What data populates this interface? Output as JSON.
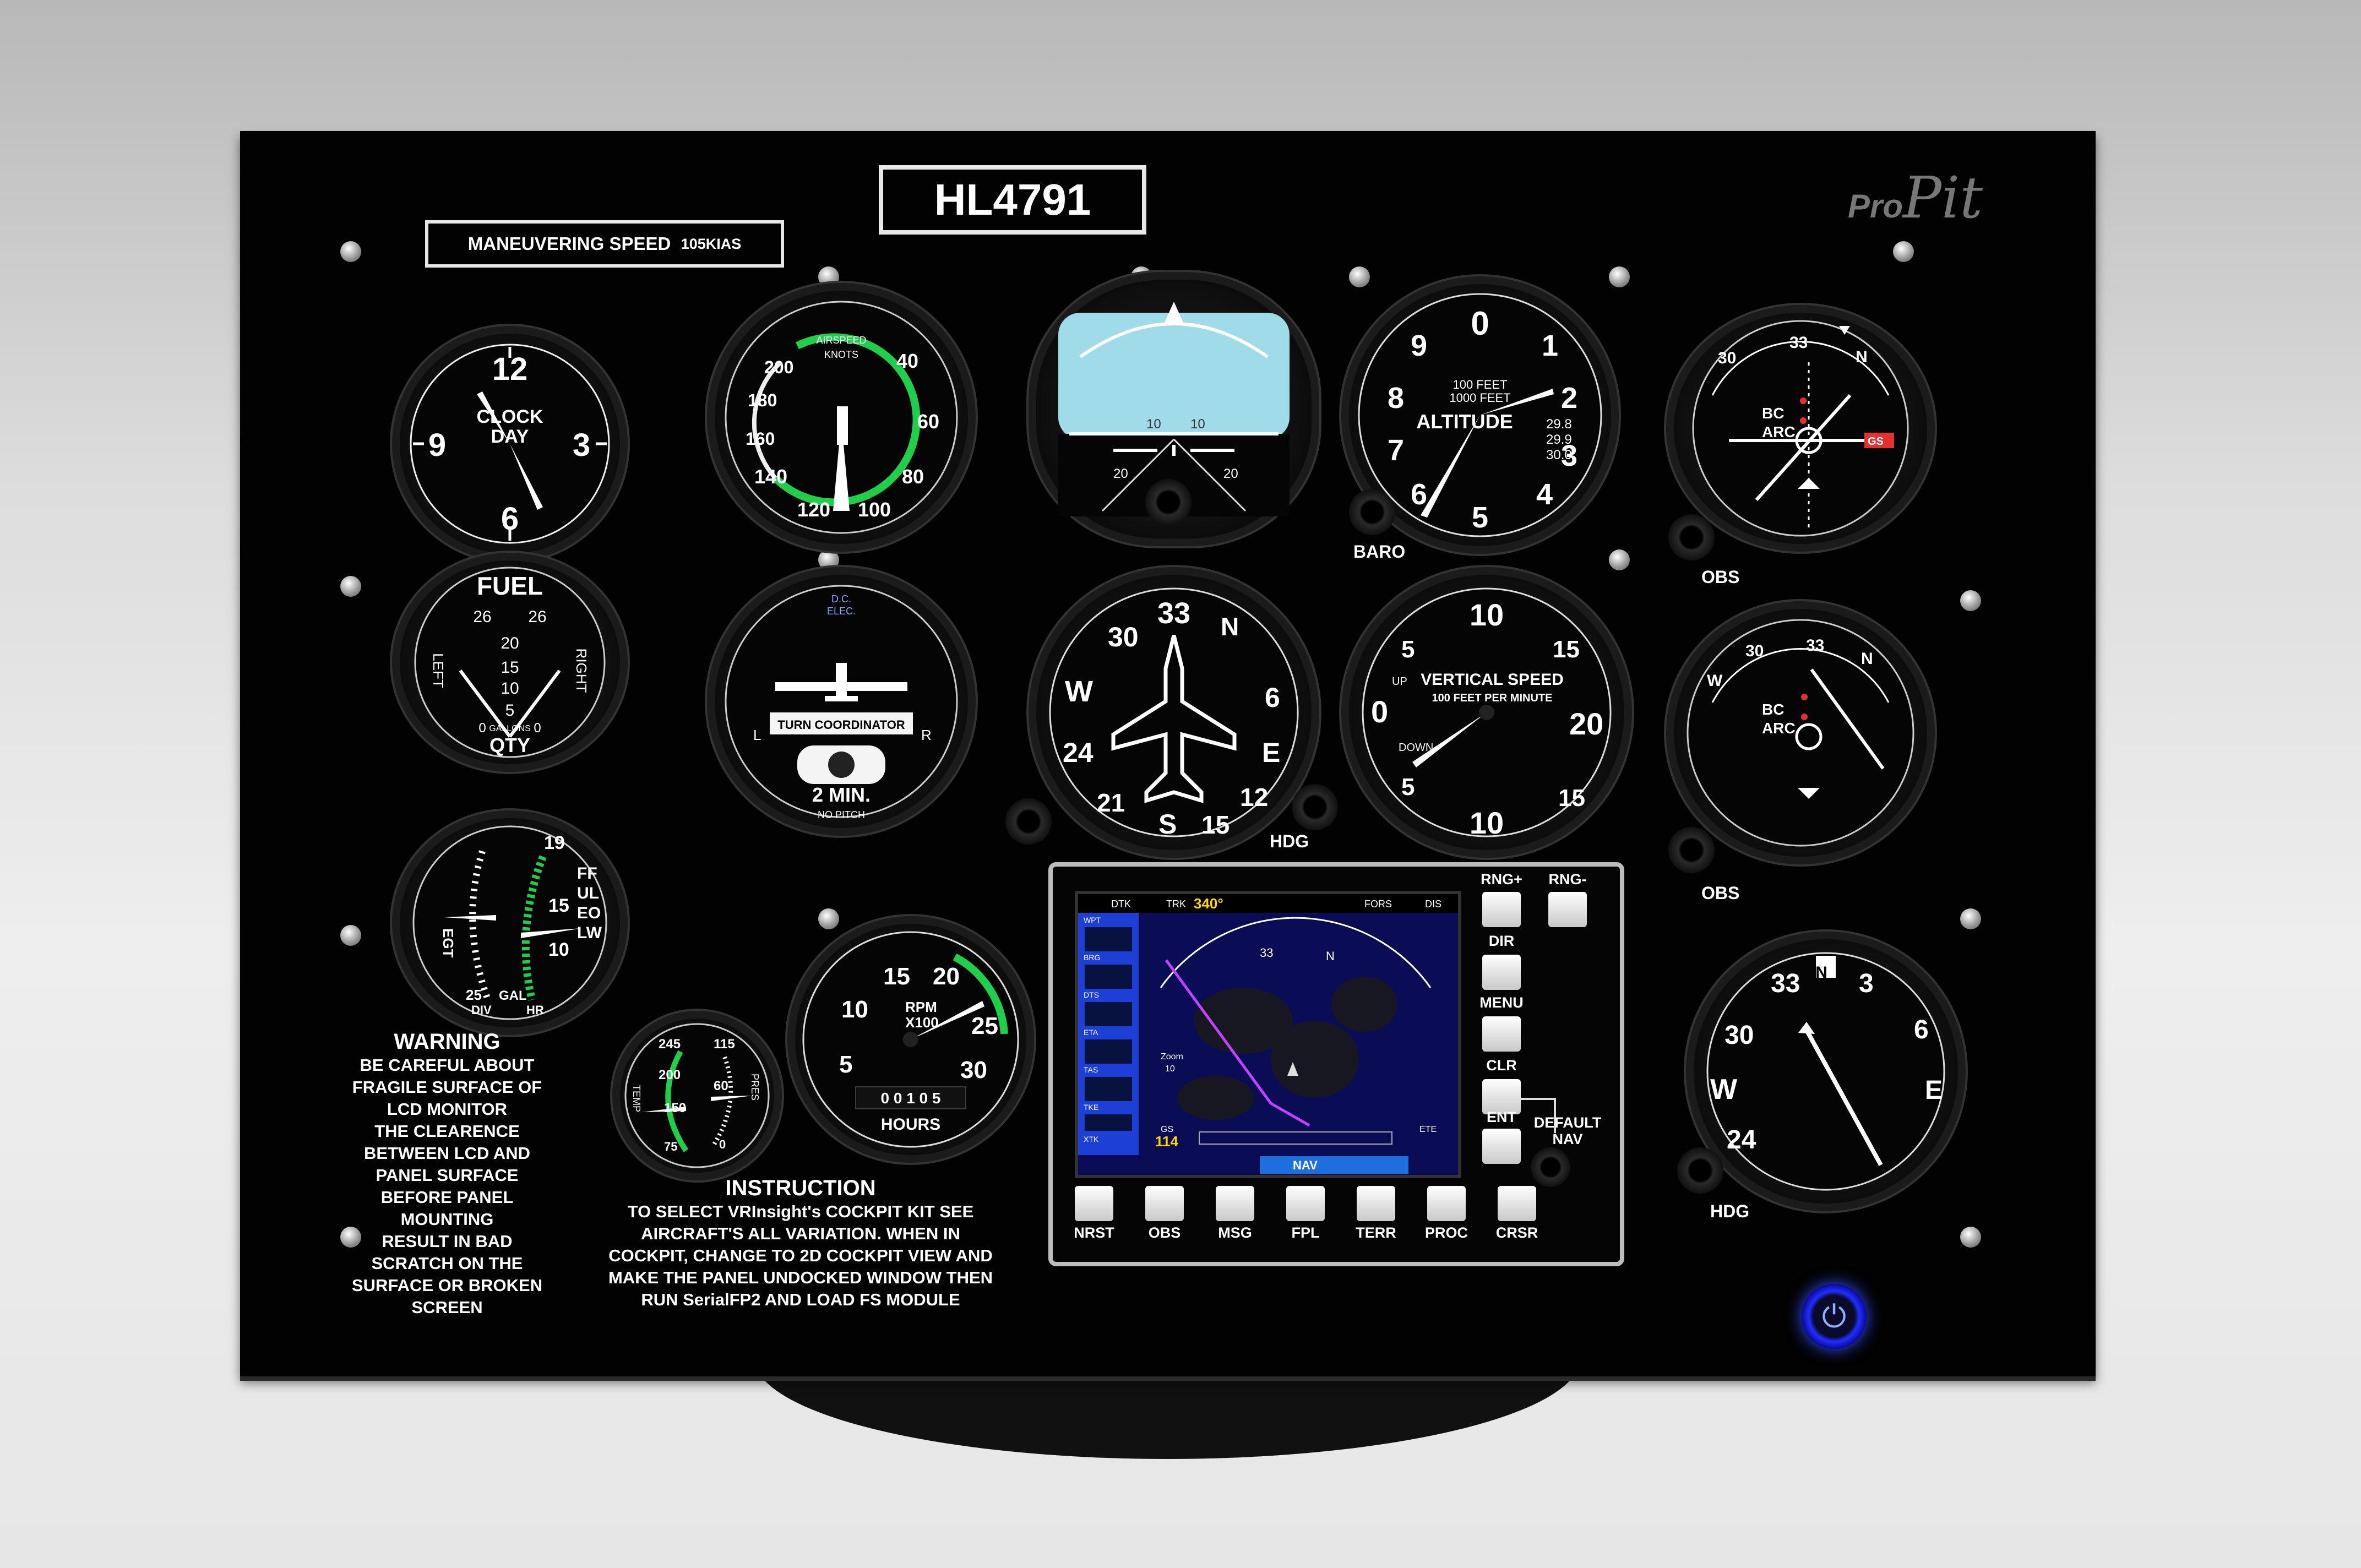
{
  "panel": {
    "model": "HL4791",
    "brand_pro": "Pro",
    "brand_pit": "Pit",
    "maneuvering_label": "MANEUVERING SPEED",
    "maneuvering_value": "105KIAS"
  },
  "gauges": {
    "clock": {
      "label1": "CLOCK",
      "label2": "DAY",
      "numbers": [
        "12",
        "3",
        "6",
        "9"
      ]
    },
    "airspeed": {
      "label1": "AIRSPEED",
      "label2": "KNOTS",
      "numbers": [
        "40",
        "60",
        "80",
        "100",
        "120",
        "140",
        "160",
        "180",
        "200"
      ]
    },
    "attitude": {
      "ticks": [
        "10",
        "10",
        "20",
        "20"
      ]
    },
    "altimeter": {
      "label": "ALTITUDE",
      "sub1": "100 FEET",
      "sub2": "1000 FEET",
      "numbers": [
        "0",
        "1",
        "2",
        "3",
        "4",
        "5",
        "6",
        "7",
        "8",
        "9"
      ],
      "baro": [
        "29.8",
        "29.9",
        "30.0"
      ]
    },
    "nav1": {
      "labels": [
        "BC",
        "ARC"
      ],
      "numbers": [
        "30",
        "33",
        "N"
      ],
      "flag": "GS"
    },
    "fuel": {
      "title": "FUEL",
      "left": "LEFT",
      "right": "RIGHT",
      "qty": "QTY",
      "gallons": "GALLONS",
      "numbers": [
        "26",
        "26",
        "20",
        "15",
        "10",
        "5",
        "0",
        "0"
      ]
    },
    "turn": {
      "top1": "D.C.",
      "top2": "ELEC.",
      "label": "TURN COORDINATOR",
      "time": "2 MIN.",
      "sub": "NO PITCH",
      "l": "L",
      "r": "R"
    },
    "heading": {
      "numbers": [
        "33",
        "30",
        "W",
        "24",
        "21",
        "S",
        "15",
        "12",
        "E",
        "6",
        "N"
      ]
    },
    "vsi": {
      "label1": "VERTICAL SPEED",
      "label2": "100 FEET PER MINUTE",
      "up": "UP",
      "down": "DOWN",
      "numbers": [
        "0",
        "5",
        "10",
        "15",
        "20",
        "15",
        "10",
        "5"
      ]
    },
    "nav2": {
      "labels": [
        "BC",
        "ARC"
      ],
      "numbers": [
        "W",
        "30",
        "33",
        "N"
      ]
    },
    "egt": {
      "l1": "EGT",
      "r1": "FF",
      "r2": "UL",
      "r3": "EO",
      "r4": "LW",
      "gal": "GAL",
      "hr": "HR",
      "div": "DIV",
      "numbers": [
        "19",
        "15",
        "10",
        "25"
      ]
    },
    "oil": {
      "temp": "TEMP",
      "pres": "PRES",
      "numbers": [
        "245",
        "115",
        "200",
        "60",
        "150",
        "75",
        "0"
      ]
    },
    "tach": {
      "rpm": "RPM",
      "x100": "X100",
      "hours": "HOURS",
      "counter": "0 0 1 0 5",
      "numbers": [
        "5",
        "10",
        "15",
        "20",
        "25",
        "30"
      ]
    },
    "rmi": {
      "numbers": [
        "3",
        "6",
        "33",
        "30",
        "W",
        "24",
        "E",
        "N"
      ]
    }
  },
  "labels": {
    "baro": "BARO",
    "obs1": "OBS",
    "obs2": "OBS",
    "hdg1": "HDG",
    "hdg2": "HDG"
  },
  "warning": {
    "title": "WARNING",
    "lines": [
      "BE CAREFUL ABOUT",
      "FRAGILE SURFACE OF",
      "LCD MONITOR",
      "THE CLEARENCE",
      "BETWEEN LCD AND",
      "PANEL SURFACE",
      "BEFORE PANEL",
      "MOUNTING",
      "RESULT IN BAD",
      "SCRATCH ON THE",
      "SURFACE OR BROKEN",
      "SCREEN"
    ]
  },
  "instruction": {
    "title": "INSTRUCTION",
    "lines": [
      "TO SELECT VRInsight's COCKPIT KIT SEE",
      "AIRCRAFT'S ALL VARIATION. WHEN IN",
      "COCKPIT, CHANGE TO 2D COCKPIT VIEW AND",
      "MAKE THE PANEL UNDOCKED WINDOW  THEN",
      "RUN SerialFP2 AND LOAD FS MODULE"
    ]
  },
  "gps": {
    "side_buttons": [
      "RNG+",
      "RNG-",
      "DIR",
      "MENU",
      "CLR",
      "ENT"
    ],
    "default_nav": [
      "DEFAULT",
      "NAV"
    ],
    "bottom_buttons": [
      "NRST",
      "OBS",
      "MSG",
      "FPL",
      "TERR",
      "PROC",
      "CRSR"
    ],
    "screen": {
      "top_fields": [
        "DTK",
        "TRK",
        "340°",
        "FORS",
        "DIS"
      ],
      "nav_bar": "NAV",
      "zoom_label": "Zoom",
      "zoom_value": "10",
      "gs_label": "GS",
      "gs_value": "114",
      "ete_label": "ETE",
      "compass": [
        "33",
        "N"
      ],
      "side_fields": [
        "WPT",
        "BRG",
        "DTS",
        "ETA",
        "TAS",
        "TKE",
        "XTK"
      ]
    }
  },
  "colors": {
    "panel": "#020202",
    "gps_screen": "#0a0c55",
    "airspeed_green": "#1fcf4a",
    "power_glow": "#3050ff"
  }
}
